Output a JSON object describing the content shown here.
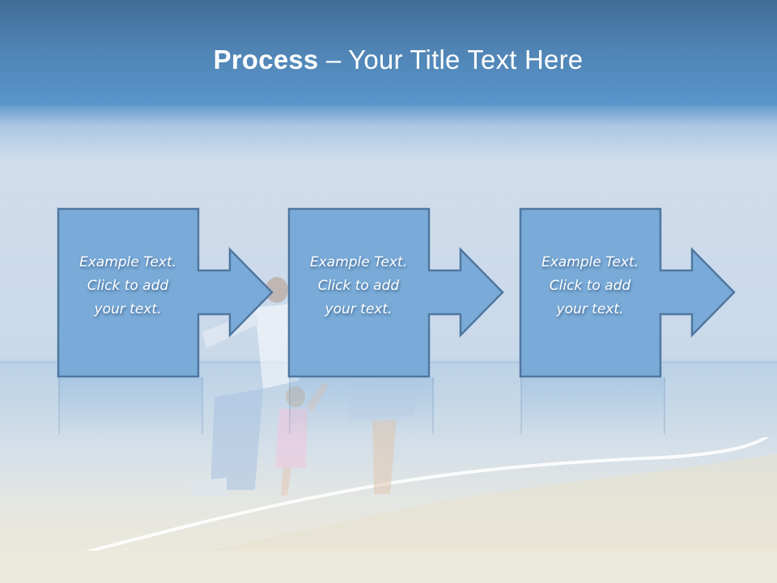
{
  "slide": {
    "title_bold": "Process",
    "title_rest": " – Your Title Text Here",
    "colors": {
      "header_top": "#416d97",
      "header_bottom": "#5a95cb",
      "shape_fill": "#7aabd8",
      "shape_stroke": "#4f77a0",
      "text": "#ffffff"
    },
    "background_image": "beach-family-walking-photo",
    "steps": [
      {
        "line1": "Example Text.",
        "line2": "Click  to add",
        "line3": "your text."
      },
      {
        "line1": "Example Text.",
        "line2": "Click  to add",
        "line3": "your text."
      },
      {
        "line1": "Example Text.",
        "line2": "Click  to add",
        "line3": "your text."
      }
    ]
  }
}
